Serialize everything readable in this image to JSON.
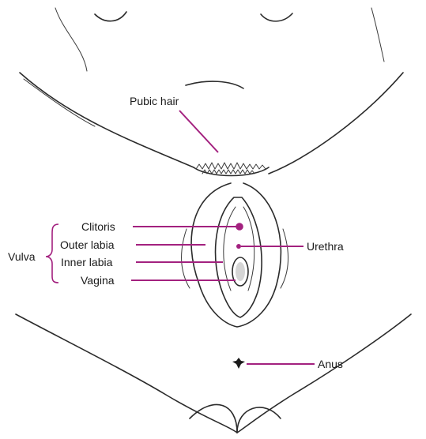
{
  "labels": {
    "pubic_hair": "Pubic hair",
    "clitoris": "Clitoris",
    "outer_labia": "Outer labia",
    "inner_labia": "Inner labia",
    "vagina": "Vagina",
    "urethra": "Urethra",
    "anus": "Anus",
    "vulva": "Vulva"
  },
  "colors": {
    "leader": "#a3217f",
    "ink": "#2b2b2b",
    "background": "#ffffff"
  }
}
